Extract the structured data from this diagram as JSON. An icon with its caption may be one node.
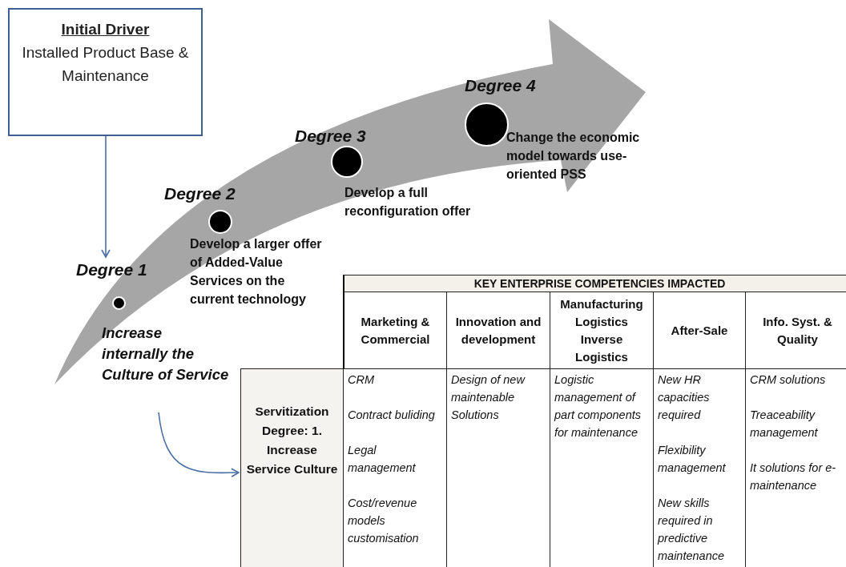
{
  "diagram": {
    "nodes": [
      {
        "text": [
          "Initial Driver",
          "Installed Product Base & Maintenance"
        ]
      },
      {
        "text": [
          "Degree 1"
        ]
      },
      {
        "text": [],
        "shape": "circle"
      },
      {
        "text": [
          "Increase internally the Culture of Service"
        ]
      },
      {
        "text": [
          "Degree 2"
        ]
      },
      {
        "text": [],
        "shape": "circle"
      },
      {
        "text": [
          "Develop a larger offer of Added-Value Services on the current technology"
        ]
      },
      {
        "text": [
          "Degree 3"
        ]
      },
      {
        "text": [],
        "shape": "circle"
      },
      {
        "text": [
          "Develop a full reconfiguration offer"
        ]
      },
      {
        "text": [
          "Degree 4"
        ]
      },
      {
        "text": [],
        "shape": "circle"
      },
      {
        "text": [
          "Change the economic model towards use-oriented PSS"
        ]
      },
      {
        "text": [
          "Servitization Degree: 1. Increase Service Culture"
        ]
      }
    ],
    "edges": [
      {
        "from": 0,
        "to": 1,
        "arrow": "to"
      },
      {
        "from": 3,
        "to": 13,
        "arrow": "to"
      }
    ],
    "labels": [
      "KEY ENTERPRISE COMPETENCIES IMPACTED",
      "Marketing & Commercial",
      "Innovation and development",
      "Manufacturing Logistics Inverse Logistics",
      "After-Sale",
      "Info. Syst. & Quality",
      "CRM",
      "Contract buliding",
      "Legal management",
      "Cost/revenue models customisation",
      "Design of new maintenable Solutions",
      "Logistic management of part components for maintenance",
      "New HR capacities required",
      "Flexibility management",
      "New skills required in predictive maintenance",
      "CRM solutions",
      "Treaceability management",
      "It solutions for e-maintenance"
    ]
  }
}
